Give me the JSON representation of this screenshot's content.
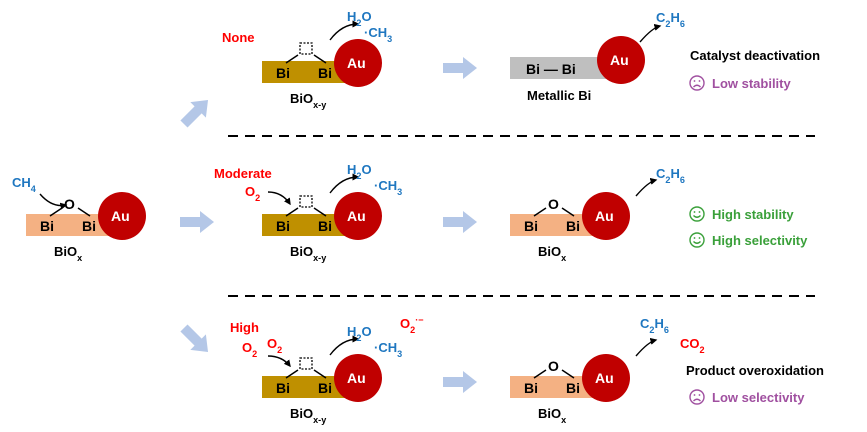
{
  "labels": {
    "bi": "Bi",
    "o": "O",
    "au": "Au",
    "biox": "BiO",
    "biox_sub": "x",
    "bioxy_sub": "x-y",
    "metallic_bond": "Bi — Bi",
    "metallic_caption": "Metallic Bi"
  },
  "species": {
    "ch4_main": "CH",
    "ch4_sub": "4",
    "h2o_h": "H",
    "h2o_2": "2",
    "h2o_o": "O",
    "ch3_dot": "·CH",
    "ch3_sub": "3",
    "c2h6_c": "C",
    "c2h6_2": "2",
    "c2h6_h": "H",
    "c2h6_6": "6",
    "o2_main": "O",
    "o2_sub": "2",
    "superoxide_sup": "·−",
    "co2_main": "CO",
    "co2_sub": "2"
  },
  "conditions": {
    "none": "None",
    "moderate": "Moderate",
    "high": "High"
  },
  "outcomes": {
    "deactivation": "Catalyst deactivation",
    "low_stability": "Low stability",
    "high_stability": "High stability",
    "high_selectivity": "High selectivity",
    "overoxidation": "Product overoxidation",
    "low_selectivity": "Low selectivity"
  },
  "colors": {
    "tan_bar": "#f4b183",
    "gold_bar": "#bf9000",
    "gray_bar": "#bfbfbf",
    "au_red": "#c00000",
    "blue": "#1f77c0",
    "red": "#ff0000",
    "green": "#3aa03a",
    "purple": "#a050a0",
    "arrow_fill": "#b4c7e7"
  },
  "icons": {
    "sad_face": "sad-face-icon",
    "happy_face": "happy-face-icon",
    "block_arrow": "block-arrow-icon",
    "curved_arrow": "curved-arrow-icon",
    "vacancy": "oxygen-vacancy-icon"
  }
}
